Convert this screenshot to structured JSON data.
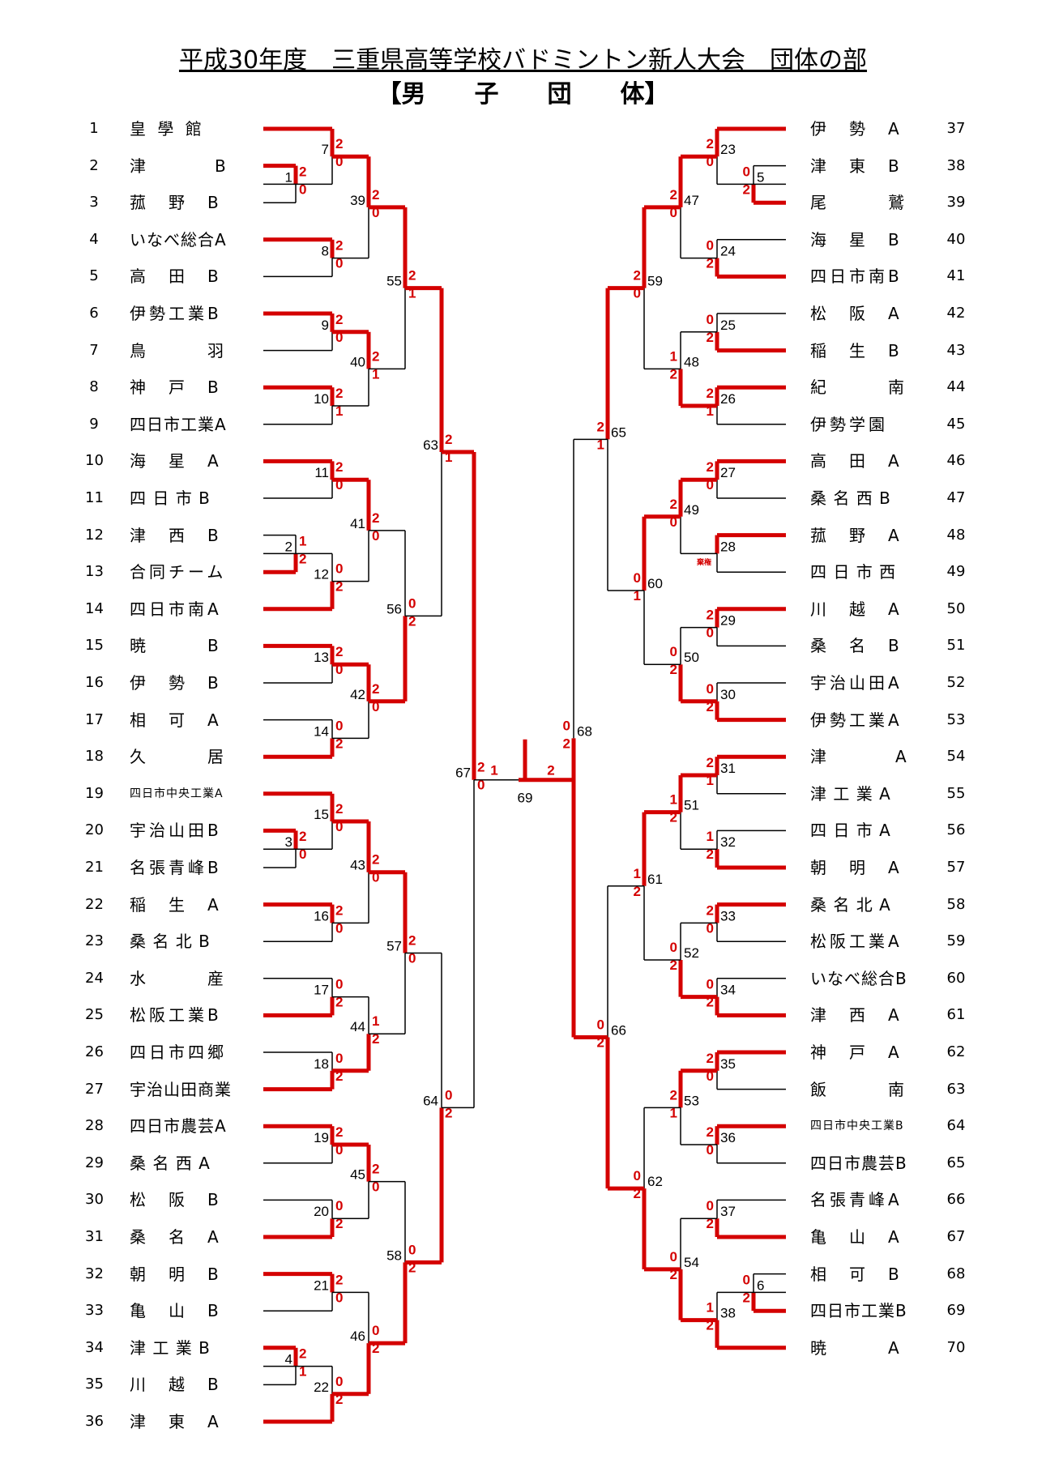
{
  "title": "平成30年度　三重県高等学校バドミントン新人大会　団体の部",
  "subtitle": "【男　　子　　団　　体】",
  "left_entries": [
    {
      "no": "1",
      "name": "皇 學 館"
    },
    {
      "no": "2",
      "name": "津　　　　B"
    },
    {
      "no": "3",
      "name": "菰　野　B"
    },
    {
      "no": "4",
      "name": "いなべ総合A"
    },
    {
      "no": "5",
      "name": "高　田　B"
    },
    {
      "no": "6",
      "name": "伊勢工業B"
    },
    {
      "no": "7",
      "name": "鳥　　　羽"
    },
    {
      "no": "8",
      "name": "神　戸　B"
    },
    {
      "no": "9",
      "name": "四日市工業A"
    },
    {
      "no": "10",
      "name": "海　星　A"
    },
    {
      "no": "11",
      "name": "四 日 市 B"
    },
    {
      "no": "12",
      "name": "津　西　B"
    },
    {
      "no": "13",
      "name": "合同チーム"
    },
    {
      "no": "14",
      "name": "四日市南A"
    },
    {
      "no": "15",
      "name": "暁　　　B"
    },
    {
      "no": "16",
      "name": "伊　勢　B"
    },
    {
      "no": "17",
      "name": "相　可　A"
    },
    {
      "no": "18",
      "name": "久　　　居"
    },
    {
      "no": "19",
      "name": "四日市中央工業A"
    },
    {
      "no": "20",
      "name": "宇治山田B"
    },
    {
      "no": "21",
      "name": "名張青峰B"
    },
    {
      "no": "22",
      "name": "稲　生　A"
    },
    {
      "no": "23",
      "name": "桑 名 北 B"
    },
    {
      "no": "24",
      "name": "水　　　産"
    },
    {
      "no": "25",
      "name": "松阪工業B"
    },
    {
      "no": "26",
      "name": "四日市四郷"
    },
    {
      "no": "27",
      "name": "宇治山田商業"
    },
    {
      "no": "28",
      "name": "四日市農芸A"
    },
    {
      "no": "29",
      "name": "桑 名 西 A"
    },
    {
      "no": "30",
      "name": "松　阪　B"
    },
    {
      "no": "31",
      "name": "桑　名　A"
    },
    {
      "no": "32",
      "name": "朝　明　B"
    },
    {
      "no": "33",
      "name": "亀　山　B"
    },
    {
      "no": "34",
      "name": "津 工 業 B"
    },
    {
      "no": "35",
      "name": "川　越　B"
    },
    {
      "no": "36",
      "name": "津　東　A"
    }
  ],
  "right_entries": [
    {
      "no": "37",
      "name": "伊　勢　A"
    },
    {
      "no": "38",
      "name": "津　東　B"
    },
    {
      "no": "39",
      "name": "尾　　　鷲"
    },
    {
      "no": "40",
      "name": "海　星　B"
    },
    {
      "no": "41",
      "name": "四日市南B"
    },
    {
      "no": "42",
      "name": "松　阪　A"
    },
    {
      "no": "43",
      "name": "稲　生　B"
    },
    {
      "no": "44",
      "name": "紀　　　南"
    },
    {
      "no": "45",
      "name": "伊勢学園"
    },
    {
      "no": "46",
      "name": "高　田　A"
    },
    {
      "no": "47",
      "name": "桑 名 西 B"
    },
    {
      "no": "48",
      "name": "菰　野　A"
    },
    {
      "no": "49",
      "name": "四 日 市 西"
    },
    {
      "no": "50",
      "name": "川　越　A"
    },
    {
      "no": "51",
      "name": "桑　名　B"
    },
    {
      "no": "52",
      "name": "宇治山田A"
    },
    {
      "no": "53",
      "name": "伊勢工業A"
    },
    {
      "no": "54",
      "name": "津　　　　A"
    },
    {
      "no": "55",
      "name": "津 工 業 A"
    },
    {
      "no": "56",
      "name": "四 日 市 A"
    },
    {
      "no": "57",
      "name": "朝　明　A"
    },
    {
      "no": "58",
      "name": "桑 名 北 A"
    },
    {
      "no": "59",
      "name": "松阪工業A"
    },
    {
      "no": "60",
      "name": "いなべ総合B"
    },
    {
      "no": "61",
      "name": "津　西　A"
    },
    {
      "no": "62",
      "name": "神　戸　A"
    },
    {
      "no": "63",
      "name": "飯　　　南"
    },
    {
      "no": "64",
      "name": "四日市中央工業B"
    },
    {
      "no": "65",
      "name": "四日市農芸B"
    },
    {
      "no": "66",
      "name": "名張青峰A"
    },
    {
      "no": "67",
      "name": "亀　山　A"
    },
    {
      "no": "68",
      "name": "相　可　B"
    },
    {
      "no": "69",
      "name": "四日市工業B"
    },
    {
      "no": "70",
      "name": "暁　　　A"
    }
  ],
  "forfeit_label": "棄権",
  "colors": {
    "winner_line": "#d40000",
    "loser_line": "#000000",
    "score": "#d40000"
  }
}
